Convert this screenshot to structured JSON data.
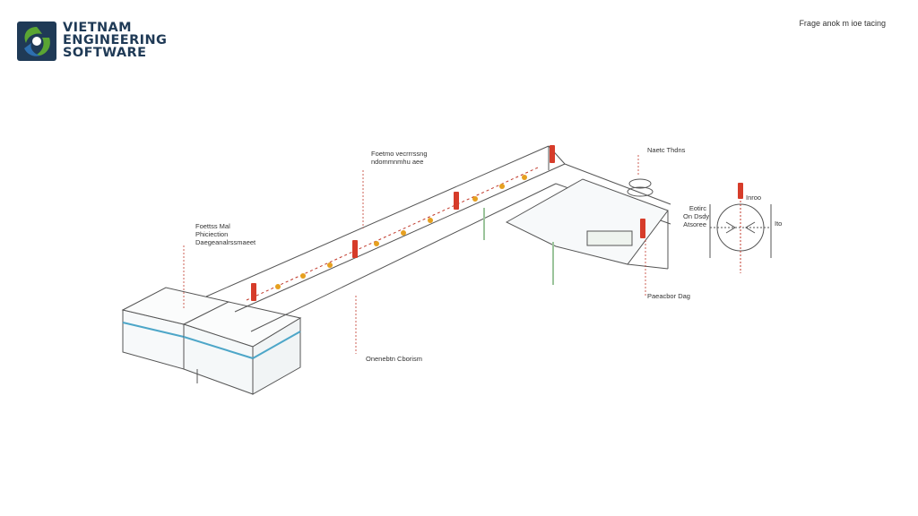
{
  "brand": {
    "logo_lines": [
      "VIETNAM",
      "ENGINEERING",
      "SOFTWARE"
    ],
    "colors": {
      "navy": "#1f3a56",
      "green": "#5aa533",
      "blue": "#2d6fb0"
    }
  },
  "header": {
    "note": "Frage anok m ioe tacing"
  },
  "callouts": {
    "top_center": [
      "Foetmo vecrrrssng",
      "ndommnmhu aee"
    ],
    "left": [
      "Foettss Mal",
      "Phiciection",
      "Daegeanalrssmaeet"
    ],
    "bottom_center": [
      "Onenebtn Cborism"
    ],
    "right_top": [
      "Naetc Thdns"
    ],
    "right_bottom": [
      "Paeacbor Dag"
    ],
    "detail_left": [
      "Eotirc",
      "On Dsdy",
      "Atsoree"
    ],
    "detail_right": [
      "Inroo",
      "Ito"
    ]
  },
  "diagram": {
    "colors": {
      "outline": "#555555",
      "leader": "#c0392b",
      "water": "#4da6c8",
      "support": "#9bc49b",
      "sprinkler": "#d63c2a",
      "nozzle": "#e6a020"
    }
  }
}
